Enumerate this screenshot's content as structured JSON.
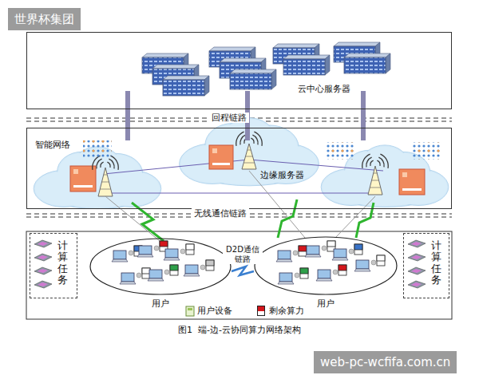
{
  "diagram": {
    "caption": "图1  端-边-云协同算力网络架构",
    "nodes": [
      {
        "text": [
          "云中心服务器"
        ]
      },
      {
        "text": [
          "智能网络"
        ]
      },
      {
        "text": [
          "计算任务"
        ]
      },
      {
        "text": [
          "用户"
        ]
      },
      {
        "text": [
          "用户"
        ]
      },
      {
        "text": [
          "计算任务"
        ]
      }
    ],
    "edges": [
      {
        "from": 0,
        "to": 1,
        "arrow": "none"
      },
      {
        "from": 0,
        "to": 1,
        "arrow": "none"
      },
      {
        "from": 0,
        "to": 1,
        "arrow": "none"
      },
      {
        "from": 3,
        "to": 4,
        "arrow": "none",
        "label": "D2D通信链路"
      }
    ],
    "labels": [
      "世界杯集团",
      "回程链路",
      "边缘服务器",
      "无线通信链路",
      "web-pc-wcfifa.com.cn"
    ],
    "legend": [
      {
        "text": "用户设备"
      },
      {
        "text": "剩余算力",
        "color": "#d4161c"
      }
    ]
  }
}
